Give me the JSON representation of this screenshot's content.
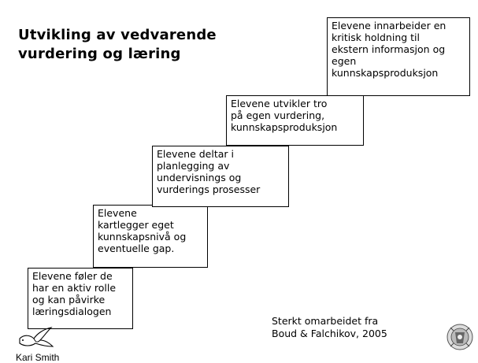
{
  "title_lines": [
    "Utvikling av vedvarende",
    "vurdering og læring"
  ],
  "steps": [
    "Elevene føler de\nhar en aktiv rolle\nog kan påvirke\nlæringsdialogen",
    "Elevene\nkartlegger eget\nkunnskapsnivå og\neventuelle gap.",
    "Elevene deltar i\nplanlegging av\nundervisnings og\nvurderings prosesser",
    "Elevene utvikler tro\npå egen vurdering,\nkunnskapsproduksjon",
    "Elevene innarbeider en\nkritisk holdning til\nekstern informasjon og\negen\nkunnskapsproduksjon"
  ],
  "source": "Sterkt omarbeidet fra\nBoud & Falchikov, 2005",
  "author": "Kari Smith",
  "icons": {
    "bird": "dove-logo-icon",
    "seal": "university-seal-icon"
  }
}
